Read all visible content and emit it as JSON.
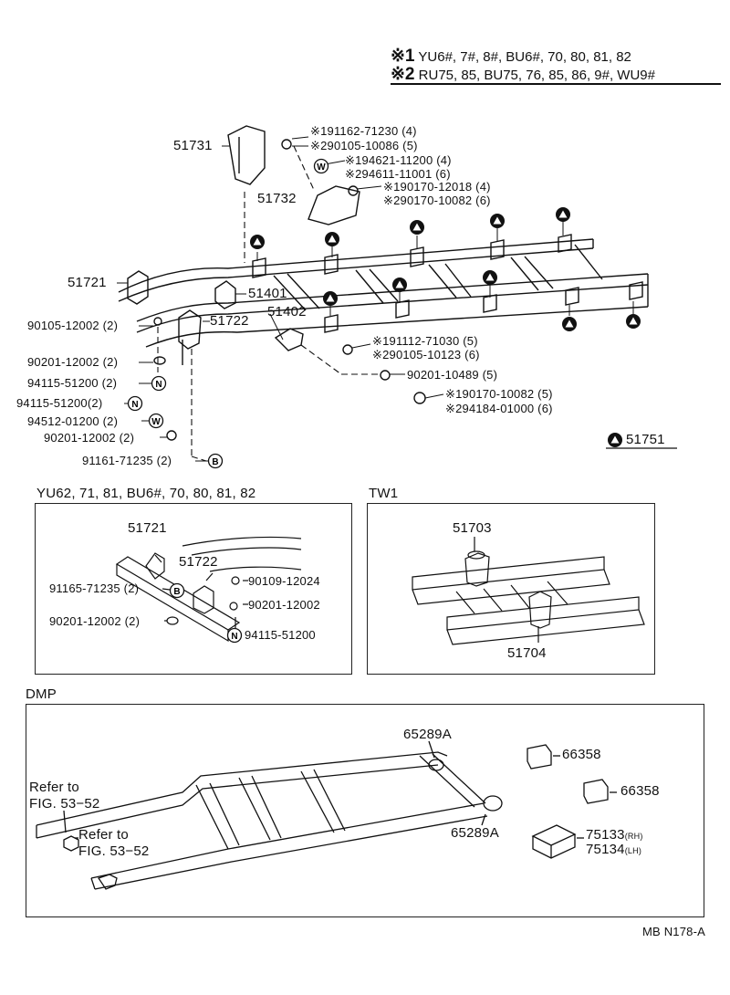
{
  "legend": {
    "line1_mark": "※1",
    "line1_text": "YU6#, 7#, 8#, BU6#, 70, 80, 81, 82",
    "line2_mark": "※2",
    "line2_text": "RU75, 85, BU75, 76, 85, 86, 9#, WU9#"
  },
  "main_parts": {
    "p51731": "51731",
    "p51732": "51732",
    "p51721": "51721",
    "p51401": "51401",
    "p51722": "51722",
    "p51402": "51402",
    "bolt_a1": "※191162-71230 (4)",
    "bolt_a2": "※290105-10086 (5)",
    "washer_b1": "※194621-11200 (4)",
    "washer_b2": "※294611-11001 (6)",
    "nut_c1": "※190170-12018 (4)",
    "nut_c2": "※290170-10082 (6)",
    "bolt_d1": "※191112-71030 (5)",
    "bolt_d2": "※290105-10123 (6)",
    "washer_e": "90201-10489 (5)",
    "nut_f1": "※190170-10082 (5)",
    "nut_f2": "※294184-01000 (6)",
    "left1": "90105-12002 (2)",
    "left2": "90201-12002 (2)",
    "left3": "94115-51200 (2)",
    "left4": "94115-51200(2)",
    "left5": "94512-01200 (2)",
    "left6": "90201-12002 (2)",
    "left7": "91161-71235 (2)",
    "triangle_ref": "51751",
    "mark_n": "N",
    "mark_w": "W",
    "mark_b": "B"
  },
  "section_yu": {
    "title": "YU62, 71, 81, BU6#, 70, 80, 81, 82",
    "p51721": "51721",
    "p51722": "51722",
    "p91165": "91165-71235 (2)",
    "p90109": "90109-12024",
    "p90201a": "90201-12002",
    "p90201b": "90201-12002 (2)",
    "p94115": "94115-51200"
  },
  "section_tw": {
    "title": "TW1",
    "p51703": "51703",
    "p51704": "51704"
  },
  "section_dmp": {
    "title": "DMP",
    "p65289a_top": "65289A",
    "p65289a_bot": "65289A",
    "p66358_a": "66358",
    "p66358_b": "66358",
    "p75133": "75133",
    "p75133_side": "(RH)",
    "p75134": "75134",
    "p75134_side": "(LH)",
    "ref1_a": "Refer to",
    "ref1_b": "FIG. 53−52",
    "ref2_a": "Refer to",
    "ref2_b": "FIG. 53−52"
  },
  "footer_code": "MB N178-A"
}
